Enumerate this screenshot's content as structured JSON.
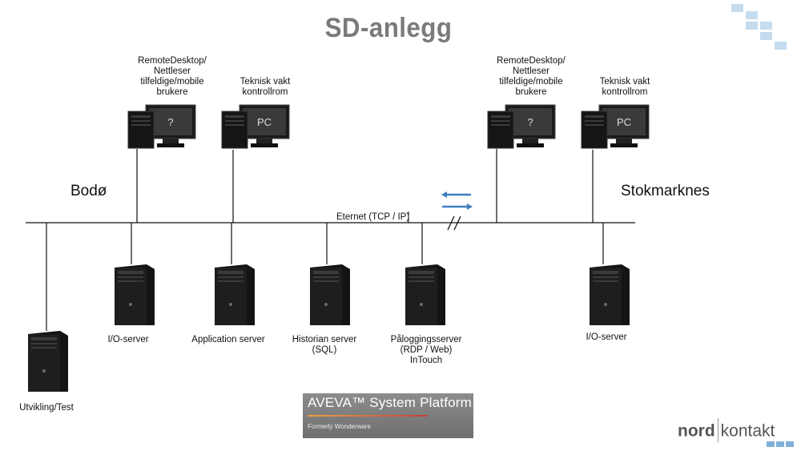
{
  "title": "SD-anlegg",
  "locations": {
    "left": "Bodø",
    "right": "Stokmarknes"
  },
  "network": {
    "label": "Eternet (TCP / IP)"
  },
  "clients": [
    {
      "id": "remote-bodo",
      "label_lines": [
        "RemoteDesktop/",
        "Nettleser",
        "tilfeldige/mobile",
        "brukere"
      ],
      "screen_text": "?"
    },
    {
      "id": "vakt-bodo",
      "label_lines": [
        "Teknisk vakt",
        "kontrollrom"
      ],
      "screen_text": "PC"
    },
    {
      "id": "remote-stok",
      "label_lines": [
        "RemoteDesktop/",
        "Nettleser",
        "tilfeldige/mobile",
        "brukere"
      ],
      "screen_text": "?"
    },
    {
      "id": "vakt-stok",
      "label_lines": [
        "Teknisk vakt",
        "kontrollrom"
      ],
      "screen_text": "PC"
    }
  ],
  "servers": [
    {
      "id": "utvikling",
      "label_lines": [
        "Utvikling/Test"
      ]
    },
    {
      "id": "io-bodo",
      "label_lines": [
        "I/O-server"
      ]
    },
    {
      "id": "application",
      "label_lines": [
        "Application server"
      ]
    },
    {
      "id": "historian",
      "label_lines": [
        "Historian server",
        "(SQL)"
      ]
    },
    {
      "id": "palogging",
      "label_lines": [
        "Påloggingsserver",
        "(RDP / Web)",
        "InTouch"
      ]
    },
    {
      "id": "io-stok",
      "label_lines": [
        "I/O-server"
      ]
    }
  ],
  "aveva": {
    "title": "AVEVA™ System Platform",
    "subtitle": "Formerly Wonderware"
  },
  "logo": {
    "part1": "nord",
    "part2": "kontakt"
  },
  "colors": {
    "arrow": "#3f7fbf",
    "title": "#7a7a7a",
    "deco": "#c5dcee"
  }
}
